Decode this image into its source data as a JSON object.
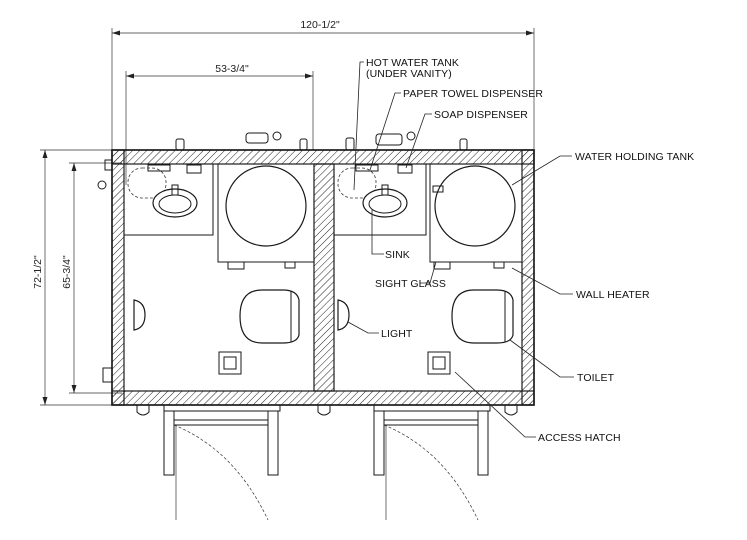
{
  "dimensions": {
    "overall_width": "120-1/2\"",
    "room_width": "53-3/4\"",
    "overall_depth": "72-1/2\"",
    "room_depth": "65-3/4\""
  },
  "callouts": {
    "hot_water_tank_line1": "HOT WATER TANK",
    "hot_water_tank_line2": "(UNDER VANITY)",
    "paper_towel_dispenser": "PAPER TOWEL DISPENSER",
    "soap_dispenser": "SOAP DISPENSER",
    "water_holding_tank": "WATER HOLDING TANK",
    "sink": "SINK",
    "sight_glass": "SIGHT GLASS",
    "wall_heater": "WALL HEATER",
    "light": "LIGHT",
    "toilet": "TOILET",
    "access_hatch": "ACCESS HATCH"
  }
}
